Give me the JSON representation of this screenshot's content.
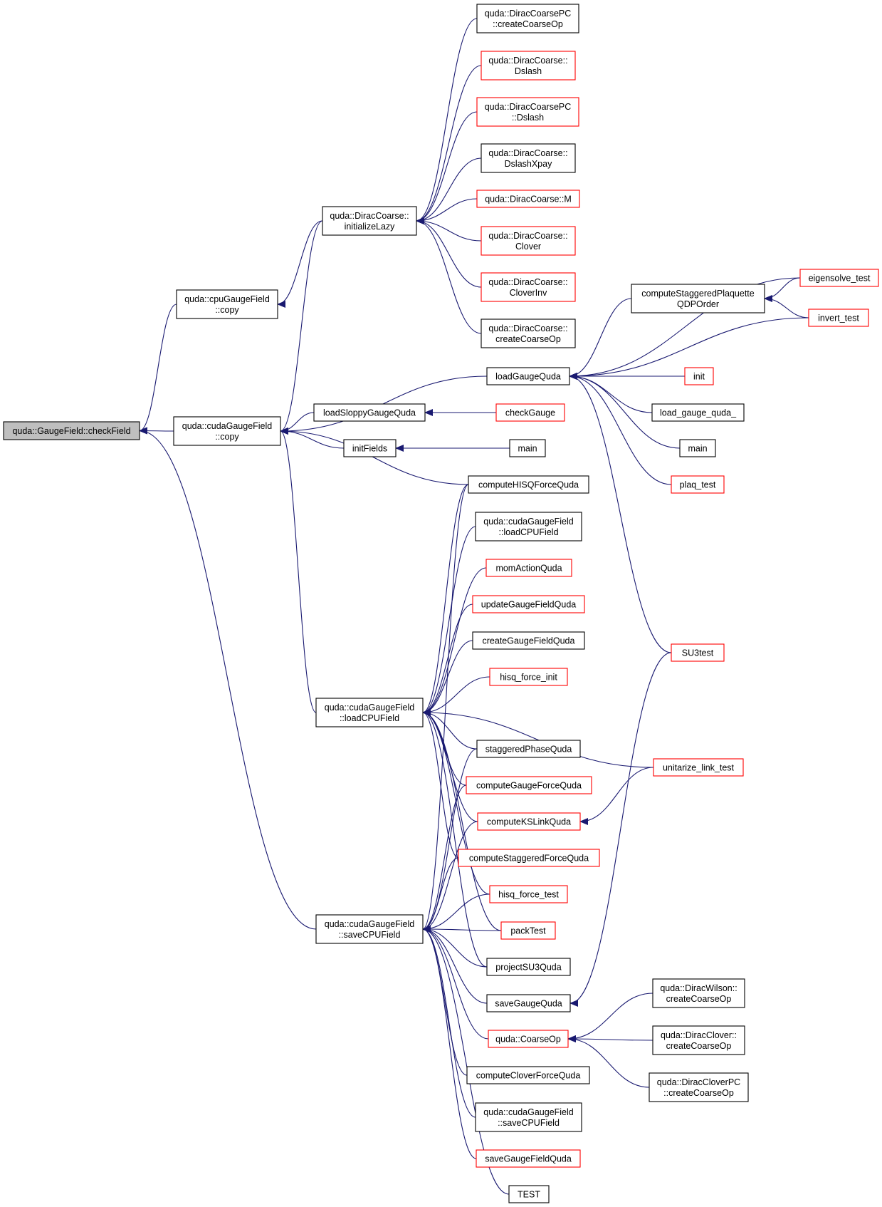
{
  "colors": {
    "edge": "#191970",
    "node_border": "#000000",
    "node_border_truncated": "#ff0000",
    "root_fill": "#bfbfbf",
    "background": "#ffffff"
  },
  "nodes": [
    {
      "id": "root",
      "lines": [
        "quda::GaugeField::checkField"
      ],
      "style": "root"
    },
    {
      "id": "cpu_copy",
      "lines": [
        "quda::cpuGaugeField",
        "::copy"
      ],
      "style": "black"
    },
    {
      "id": "cuda_copy",
      "lines": [
        "quda::cudaGaugeField",
        "::copy"
      ],
      "style": "black"
    },
    {
      "id": "initLazy",
      "lines": [
        "quda::DiracCoarse::",
        "initializeLazy"
      ],
      "style": "black"
    },
    {
      "id": "dcpc_create",
      "lines": [
        "quda::DiracCoarsePC",
        "::createCoarseOp"
      ],
      "style": "black"
    },
    {
      "id": "dc_dslash",
      "lines": [
        "quda::DiracCoarse::",
        "Dslash"
      ],
      "style": "red"
    },
    {
      "id": "dcpc_dslash",
      "lines": [
        "quda::DiracCoarsePC",
        "::Dslash"
      ],
      "style": "red"
    },
    {
      "id": "dc_dslashxpay",
      "lines": [
        "quda::DiracCoarse::",
        "DslashXpay"
      ],
      "style": "black"
    },
    {
      "id": "dc_m",
      "lines": [
        "quda::DiracCoarse::M"
      ],
      "style": "red"
    },
    {
      "id": "dc_clover",
      "lines": [
        "quda::DiracCoarse::",
        "Clover"
      ],
      "style": "red"
    },
    {
      "id": "dc_cloverinv",
      "lines": [
        "quda::DiracCoarse::",
        "CloverInv"
      ],
      "style": "red"
    },
    {
      "id": "dc_create",
      "lines": [
        "quda::DiracCoarse::",
        "createCoarseOp"
      ],
      "style": "black"
    },
    {
      "id": "loadGauge",
      "lines": [
        "loadGaugeQuda"
      ],
      "style": "black"
    },
    {
      "id": "csp",
      "lines": [
        "computeStaggeredPlaquette",
        "QDPOrder"
      ],
      "style": "black"
    },
    {
      "id": "eigensolve",
      "lines": [
        "eigensolve_test"
      ],
      "style": "red"
    },
    {
      "id": "invert",
      "lines": [
        "invert_test"
      ],
      "style": "red"
    },
    {
      "id": "init",
      "lines": [
        "init"
      ],
      "style": "red"
    },
    {
      "id": "load_gauge_quda_",
      "lines": [
        "load_gauge_quda_"
      ],
      "style": "black"
    },
    {
      "id": "main1",
      "lines": [
        "main"
      ],
      "style": "black"
    },
    {
      "id": "plaq",
      "lines": [
        "plaq_test"
      ],
      "style": "red"
    },
    {
      "id": "su3test",
      "lines": [
        "SU3test"
      ],
      "style": "red"
    },
    {
      "id": "loadSloppy",
      "lines": [
        "loadSloppyGaugeQuda"
      ],
      "style": "black"
    },
    {
      "id": "checkGauge",
      "lines": [
        "checkGauge"
      ],
      "style": "red"
    },
    {
      "id": "initFields",
      "lines": [
        "initFields"
      ],
      "style": "black"
    },
    {
      "id": "main2",
      "lines": [
        "main"
      ],
      "style": "black"
    },
    {
      "id": "hisqForce",
      "lines": [
        "computeHISQForceQuda"
      ],
      "style": "black"
    },
    {
      "id": "cgf_load2",
      "lines": [
        "quda::cudaGaugeField",
        "::loadCPUField"
      ],
      "style": "black"
    },
    {
      "id": "momAction",
      "lines": [
        "momActionQuda"
      ],
      "style": "red"
    },
    {
      "id": "updateGF",
      "lines": [
        "updateGaugeFieldQuda"
      ],
      "style": "red"
    },
    {
      "id": "createGF",
      "lines": [
        "createGaugeFieldQuda"
      ],
      "style": "black"
    },
    {
      "id": "hisqInit",
      "lines": [
        "hisq_force_init"
      ],
      "style": "red"
    },
    {
      "id": "cgf_load",
      "lines": [
        "quda::cudaGaugeField",
        "::loadCPUField"
      ],
      "style": "black"
    },
    {
      "id": "stagPhase",
      "lines": [
        "staggeredPhaseQuda"
      ],
      "style": "black"
    },
    {
      "id": "unitarize",
      "lines": [
        "unitarize_link_test"
      ],
      "style": "red"
    },
    {
      "id": "gaugeForce",
      "lines": [
        "computeGaugeForceQuda"
      ],
      "style": "red"
    },
    {
      "id": "ksLink",
      "lines": [
        "computeKSLinkQuda"
      ],
      "style": "red"
    },
    {
      "id": "stagForce",
      "lines": [
        "computeStaggeredForceQuda"
      ],
      "style": "red"
    },
    {
      "id": "hisqTest",
      "lines": [
        "hisq_force_test"
      ],
      "style": "red"
    },
    {
      "id": "packTest",
      "lines": [
        "packTest"
      ],
      "style": "red"
    },
    {
      "id": "cgf_save",
      "lines": [
        "quda::cudaGaugeField",
        "::saveCPUField"
      ],
      "style": "black"
    },
    {
      "id": "projectSU3",
      "lines": [
        "projectSU3Quda"
      ],
      "style": "black"
    },
    {
      "id": "saveGauge",
      "lines": [
        "saveGaugeQuda"
      ],
      "style": "black"
    },
    {
      "id": "coarseOp",
      "lines": [
        "quda::CoarseOp"
      ],
      "style": "red"
    },
    {
      "id": "dw_create",
      "lines": [
        "quda::DiracWilson::",
        "createCoarseOp"
      ],
      "style": "black"
    },
    {
      "id": "dcl_create",
      "lines": [
        "quda::DiracClover::",
        "createCoarseOp"
      ],
      "style": "black"
    },
    {
      "id": "dclpc_create",
      "lines": [
        "quda::DiracCloverPC",
        "::createCoarseOp"
      ],
      "style": "black"
    },
    {
      "id": "cloverForce",
      "lines": [
        "computeCloverForceQuda"
      ],
      "style": "black"
    },
    {
      "id": "cgf_save2",
      "lines": [
        "quda::cudaGaugeField",
        "::saveCPUField"
      ],
      "style": "black"
    },
    {
      "id": "saveGF",
      "lines": [
        "saveGaugeFieldQuda"
      ],
      "style": "red"
    },
    {
      "id": "TEST",
      "lines": [
        "TEST"
      ],
      "style": "black"
    }
  ],
  "edges": [
    {
      "from": "cpu_copy",
      "to": "root"
    },
    {
      "from": "cuda_copy",
      "to": "root"
    },
    {
      "from": "cgf_save",
      "to": "root"
    },
    {
      "from": "initLazy",
      "to": "cpu_copy"
    },
    {
      "from": "initLazy",
      "to": "cuda_copy"
    },
    {
      "from": "dcpc_create",
      "to": "initLazy"
    },
    {
      "from": "dc_dslash",
      "to": "initLazy"
    },
    {
      "from": "dcpc_dslash",
      "to": "initLazy"
    },
    {
      "from": "dc_dslashxpay",
      "to": "initLazy"
    },
    {
      "from": "dc_m",
      "to": "initLazy"
    },
    {
      "from": "dc_clover",
      "to": "initLazy"
    },
    {
      "from": "dc_cloverinv",
      "to": "initLazy"
    },
    {
      "from": "dc_create",
      "to": "initLazy"
    },
    {
      "from": "loadGauge",
      "to": "cuda_copy"
    },
    {
      "from": "loadSloppy",
      "to": "cuda_copy"
    },
    {
      "from": "initFields",
      "to": "cuda_copy"
    },
    {
      "from": "hisqForce",
      "to": "cuda_copy"
    },
    {
      "from": "cgf_load",
      "to": "cuda_copy"
    },
    {
      "from": "eigensolve",
      "to": "csp"
    },
    {
      "from": "invert",
      "to": "csp"
    },
    {
      "from": "csp",
      "to": "loadGauge"
    },
    {
      "from": "eigensolve",
      "to": "loadGauge"
    },
    {
      "from": "invert",
      "to": "loadGauge"
    },
    {
      "from": "init",
      "to": "loadGauge"
    },
    {
      "from": "load_gauge_quda_",
      "to": "loadGauge"
    },
    {
      "from": "main1",
      "to": "loadGauge"
    },
    {
      "from": "plaq",
      "to": "loadGauge"
    },
    {
      "from": "su3test",
      "to": "loadGauge"
    },
    {
      "from": "checkGauge",
      "to": "loadSloppy"
    },
    {
      "from": "main2",
      "to": "initFields"
    },
    {
      "from": "hisqForce",
      "to": "cgf_load"
    },
    {
      "from": "cgf_load2",
      "to": "cgf_load"
    },
    {
      "from": "momAction",
      "to": "cgf_load"
    },
    {
      "from": "updateGF",
      "to": "cgf_load"
    },
    {
      "from": "createGF",
      "to": "cgf_load"
    },
    {
      "from": "hisqInit",
      "to": "cgf_load"
    },
    {
      "from": "unitarize",
      "to": "cgf_load"
    },
    {
      "from": "stagPhase",
      "to": "cgf_load"
    },
    {
      "from": "gaugeForce",
      "to": "cgf_load"
    },
    {
      "from": "ksLink",
      "to": "cgf_load"
    },
    {
      "from": "stagForce",
      "to": "cgf_load"
    },
    {
      "from": "hisqTest",
      "to": "cgf_load"
    },
    {
      "from": "packTest",
      "to": "cgf_load"
    },
    {
      "from": "projectSU3",
      "to": "cgf_load"
    },
    {
      "from": "unitarize",
      "to": "ksLink"
    },
    {
      "from": "hisqForce",
      "to": "cgf_save"
    },
    {
      "from": "stagPhase",
      "to": "cgf_save"
    },
    {
      "from": "gaugeForce",
      "to": "cgf_save"
    },
    {
      "from": "ksLink",
      "to": "cgf_save"
    },
    {
      "from": "stagForce",
      "to": "cgf_save"
    },
    {
      "from": "hisqTest",
      "to": "cgf_save"
    },
    {
      "from": "packTest",
      "to": "cgf_save"
    },
    {
      "from": "projectSU3",
      "to": "cgf_save"
    },
    {
      "from": "saveGauge",
      "to": "cgf_save"
    },
    {
      "from": "coarseOp",
      "to": "cgf_save"
    },
    {
      "from": "cloverForce",
      "to": "cgf_save"
    },
    {
      "from": "cgf_save2",
      "to": "cgf_save"
    },
    {
      "from": "saveGF",
      "to": "cgf_save"
    },
    {
      "from": "TEST",
      "to": "cgf_save"
    },
    {
      "from": "su3test",
      "to": "saveGauge"
    },
    {
      "from": "dw_create",
      "to": "coarseOp"
    },
    {
      "from": "dcl_create",
      "to": "coarseOp"
    },
    {
      "from": "dclpc_create",
      "to": "coarseOp"
    }
  ]
}
